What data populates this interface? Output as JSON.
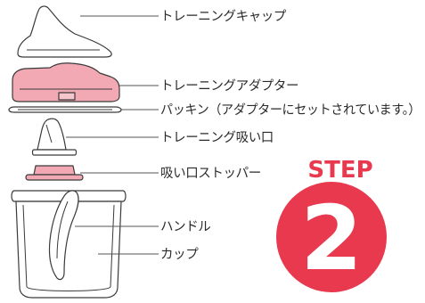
{
  "parts": [
    {
      "key": "training_cap",
      "label": "トレーニングキャップ"
    },
    {
      "key": "training_adapter",
      "label": "トレーニングアダプター"
    },
    {
      "key": "gasket",
      "label": "パッキン（アダプターにセットされています。）"
    },
    {
      "key": "training_spout",
      "label": "トレーニング吸い口"
    },
    {
      "key": "spout_stopper",
      "label": "吸い口ストッパー"
    },
    {
      "key": "handle",
      "label": "ハンドル"
    },
    {
      "key": "cup",
      "label": "カップ"
    }
  ],
  "step": {
    "word": "STEP",
    "number": "2"
  },
  "colors": {
    "accent": "#e8394f",
    "pink_part": "#f2a9b4",
    "outline": "#3a3a3a",
    "text": "#2a2a2a"
  }
}
